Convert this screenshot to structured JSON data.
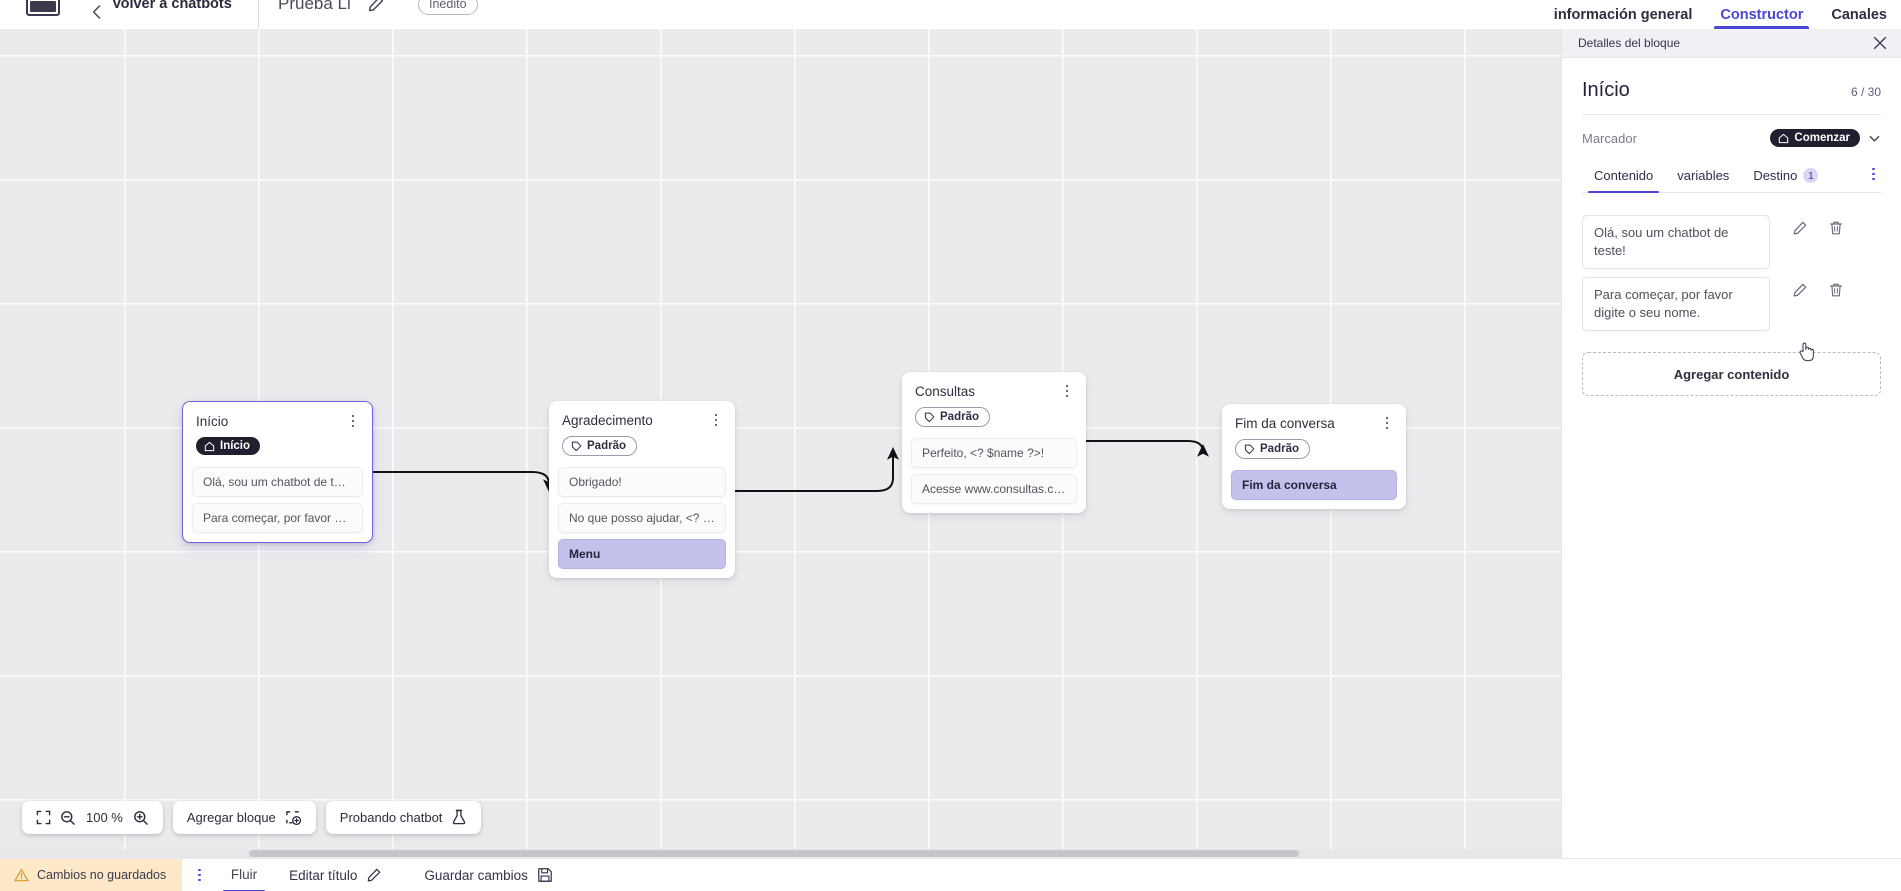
{
  "topbar": {
    "logo_icon": "vtia-logo-icon",
    "back_chevron_icon": "chevron-left-icon",
    "back_label": "Volver a chatbots",
    "doc_title": "Prueba Li",
    "edit_title_icon": "pencil-icon",
    "status_badge": "Inédito",
    "tabs": [
      {
        "label": "información general",
        "active": false
      },
      {
        "label": "Constructor",
        "active": true
      },
      {
        "label": "Canales",
        "active": false
      }
    ]
  },
  "canvas": {
    "nodes": [
      {
        "id": "inicio",
        "title": "Início",
        "selected": true,
        "chip": {
          "label": "Início",
          "style": "dark",
          "icon": "home-icon"
        },
        "messages": [
          {
            "text": "Olá, sou um chatbot de teste!",
            "accent": false
          },
          {
            "text": "Para começar, por favor digite o ...",
            "accent": false
          }
        ]
      },
      {
        "id": "agradecimento",
        "title": "Agradecimento",
        "selected": false,
        "chip": {
          "label": "Padrão",
          "style": "outline",
          "icon": "tag-icon"
        },
        "messages": [
          {
            "text": "Obrigado!",
            "accent": false
          },
          {
            "text": "No que posso ajudar, <? $name ...",
            "accent": false
          },
          {
            "text": "Menu",
            "accent": true
          }
        ]
      },
      {
        "id": "consultas",
        "title": "Consultas",
        "selected": false,
        "chip": {
          "label": "Padrão",
          "style": "outline",
          "icon": "tag-icon"
        },
        "messages": [
          {
            "text": "Perfeito, <? $name ?>!",
            "accent": false
          },
          {
            "text": "Acesse www.consultas.com par...",
            "accent": false
          }
        ]
      },
      {
        "id": "fim",
        "title": "Fim da conversa",
        "selected": false,
        "chip": {
          "label": "Padrão",
          "style": "outline",
          "icon": "tag-icon"
        },
        "messages": [
          {
            "text": "Fim da conversa",
            "accent": true
          }
        ]
      }
    ],
    "toolbar": {
      "fit_icon": "fit-screen-icon",
      "zoom_out_icon": "zoom-out-icon",
      "zoom_level": "100 %",
      "zoom_in_icon": "zoom-in-icon",
      "add_block_label": "Agregar bloque",
      "add_block_icon": "add-block-icon",
      "test_chatbot_label": "Probando chatbot",
      "test_chatbot_icon": "flask-icon"
    }
  },
  "panel": {
    "header_title": "Detalles del bloque",
    "close_icon": "close-icon",
    "block_title": "Início",
    "counter": "6 / 30",
    "marker_label": "Marcador",
    "marker_value": "Comenzar",
    "marker_icon": "home-icon",
    "marker_chevron_icon": "chevron-down-icon",
    "kebab_icon": "more-vertical-icon",
    "tabs": [
      {
        "label": "Contenido",
        "active": true,
        "count": null
      },
      {
        "label": "variables",
        "active": false,
        "count": null
      },
      {
        "label": "Destino",
        "active": false,
        "count": "1"
      }
    ],
    "contents": [
      {
        "text": "Olá, sou um chatbot de teste!",
        "edit_icon": "pencil-icon",
        "delete_icon": "trash-icon"
      },
      {
        "text": "Para começar, por favor digite o seu nome.",
        "edit_icon": "pencil-icon",
        "delete_icon": "trash-icon"
      }
    ],
    "add_content_label": "Agregar contenido"
  },
  "statusbar": {
    "warning_icon": "warning-triangle-icon",
    "unsaved_label": "Cambios no guardados",
    "kebab_icon": "more-vertical-icon",
    "tabs": [
      {
        "label": "Fluir",
        "active": true
      }
    ],
    "edit_title_label": "Editar título",
    "edit_title_icon": "pencil-icon",
    "save_label": "Guardar cambios",
    "save_icon": "save-icon"
  },
  "colors": {
    "accent": "#4b46d6",
    "node_accent_bg": "#c3c2ec",
    "warning_bg": "#fde9c8",
    "canvas_bg": "#ebebee"
  }
}
